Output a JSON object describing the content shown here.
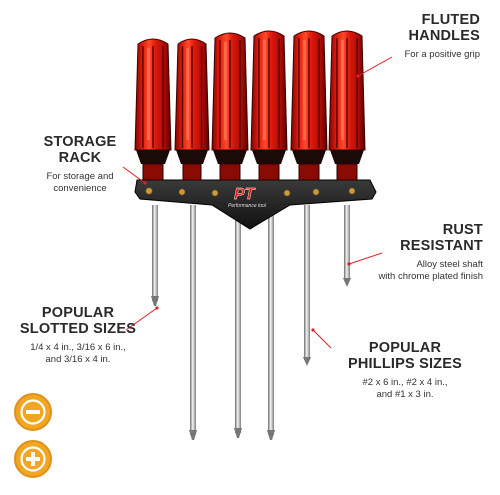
{
  "callouts": {
    "fluted": {
      "title_1": "FLUTED",
      "title_2": "HANDLES",
      "desc": "For a positive grip"
    },
    "storage": {
      "title_1": "STORAGE",
      "title_2": "RACK",
      "desc_1": "For storage and",
      "desc_2": "convenience"
    },
    "rust": {
      "title_1": "RUST",
      "title_2": "RESISTANT",
      "desc_1": "Alloy steel shaft",
      "desc_2": "with chrome plated finish"
    },
    "slotted": {
      "title_1": "POPULAR",
      "title_2": "SLOTTED SIZES",
      "desc_1": "1/4 x 4 in., 3/16 x 6 in.,",
      "desc_2": "and 3/16 x 4 in."
    },
    "phillips": {
      "title_1": "POPULAR",
      "title_2": "PHILLIPS SIZES",
      "desc_1": "#2 x 6 in., #2 x 4 in.,",
      "desc_2": "and #1 x 3 in."
    }
  },
  "rack_logo": {
    "mark": "PT",
    "tagline": "Performance tool"
  },
  "badges": {
    "slotted": "minus-sign",
    "phillips": "plus-sign"
  },
  "colors": {
    "handle_red": "#e01b0e",
    "handle_dark": "#3a0000",
    "rack": "#1c1c1c",
    "leader": "#e0202a",
    "badge": "#f2a623"
  }
}
